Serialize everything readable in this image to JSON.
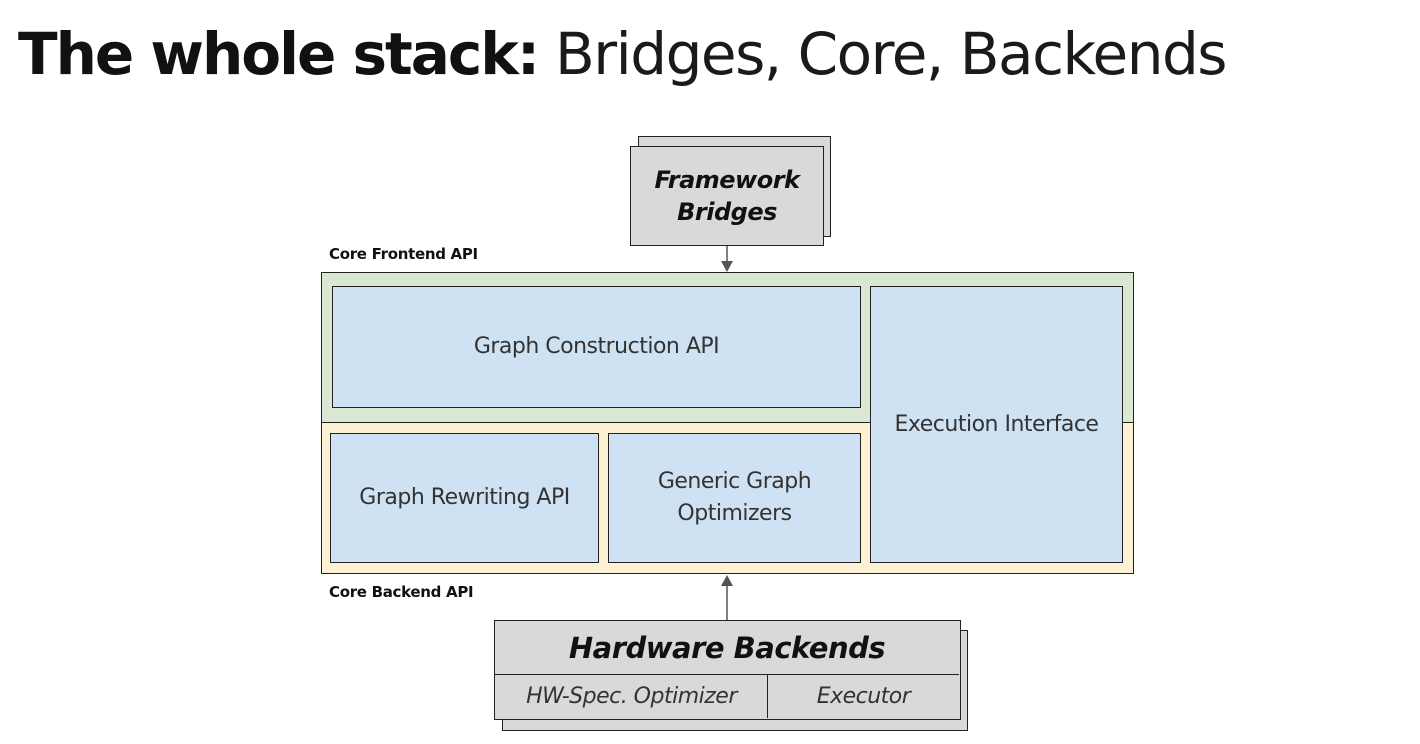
{
  "title": {
    "bold": "The whole stack:",
    "light": "Bridges, Core, Backends"
  },
  "diagram": {
    "framework_bridges": [
      "Framework",
      "Bridges"
    ],
    "core_frontend_label": "Core Frontend API",
    "core_backend_label": "Core Backend API",
    "graph_construction": "Graph Construction API",
    "execution_interface": "Execution Interface",
    "graph_rewriting": "Graph Rewriting API",
    "generic_optimizers": [
      "Generic Graph",
      "Optimizers"
    ],
    "hardware_backends": "Hardware Backends",
    "hw_spec_optimizer": "HW-Spec. Optimizer",
    "executor": "Executor"
  },
  "colors": {
    "frontend_band": "#d8e8d2",
    "backend_band": "#fdf1d4",
    "component_box": "#cfe2f3",
    "grey_box": "#d9d9d9"
  }
}
